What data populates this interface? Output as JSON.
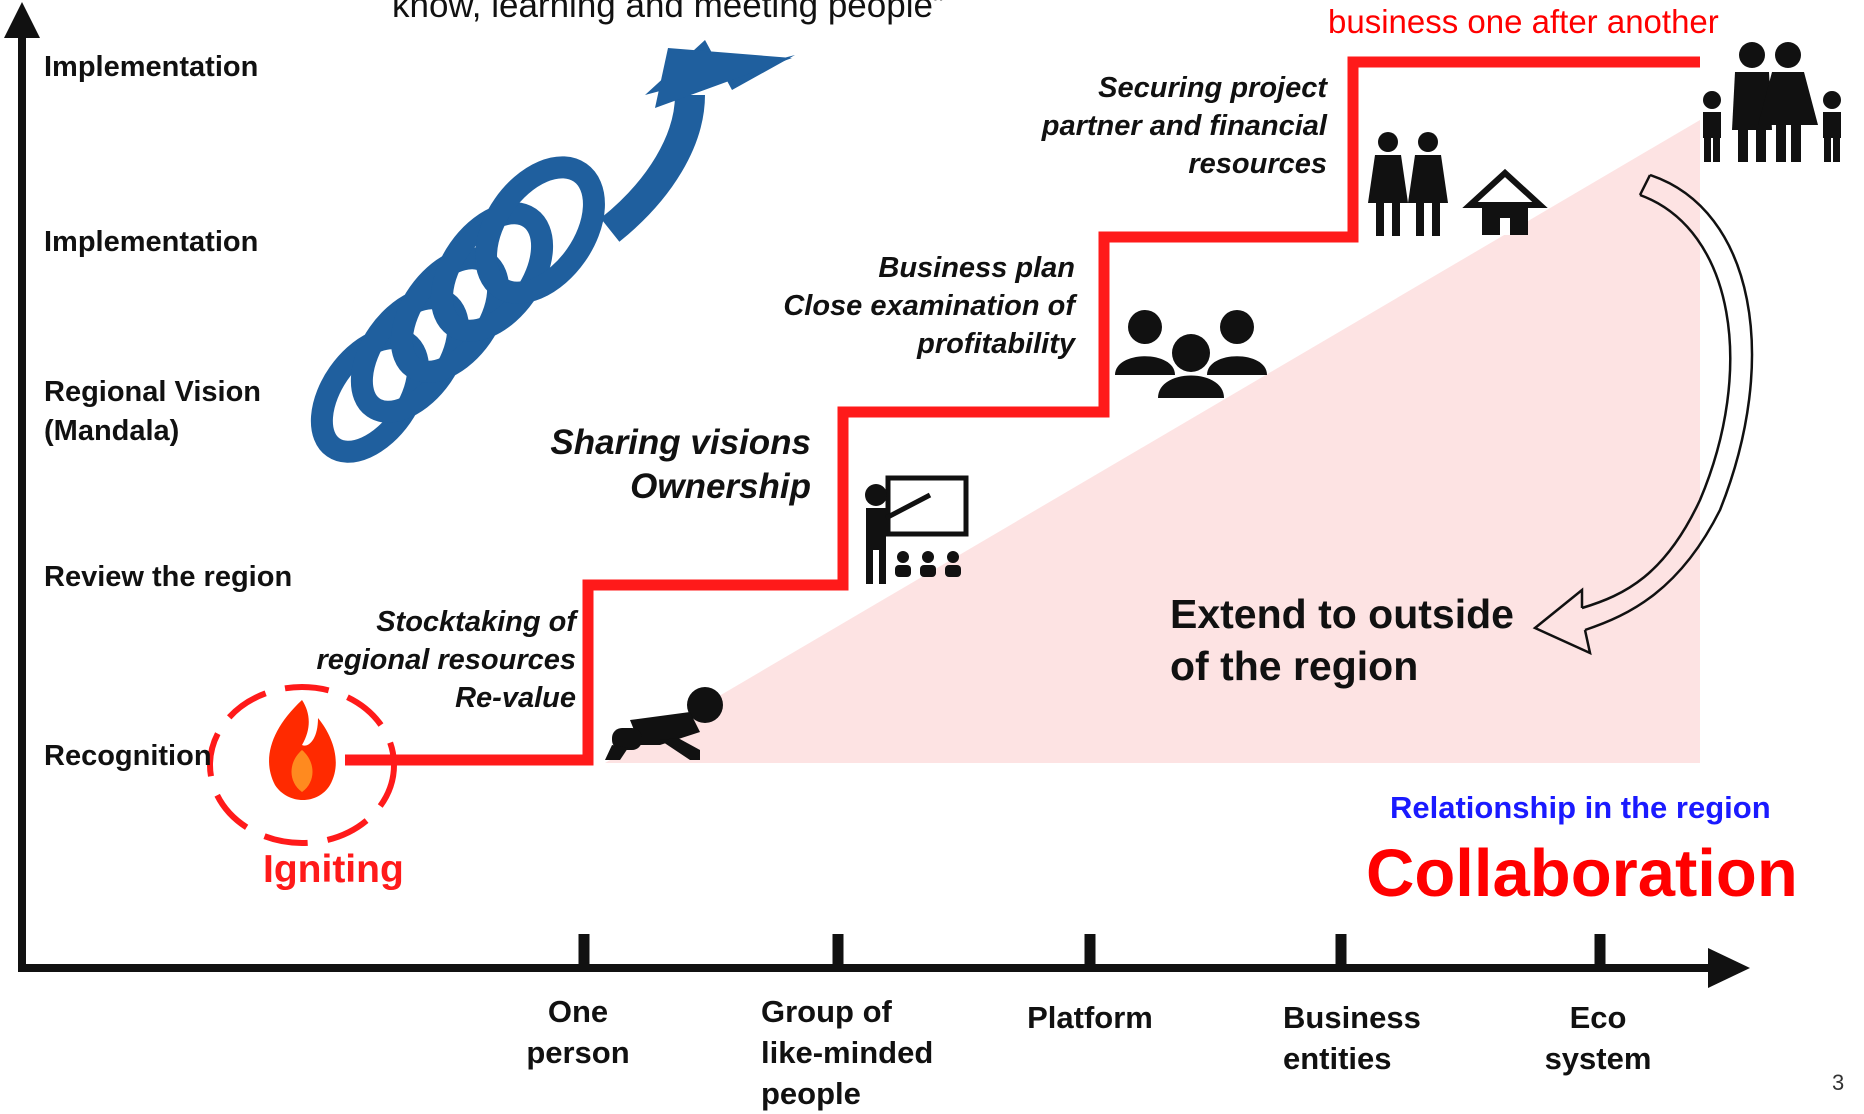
{
  "header": {
    "left_quote_fragment": "know, learning and meeting people”",
    "right_red_fragment": "business one after another"
  },
  "y_axis_levels": [
    "Implementation",
    "Implementation",
    "Regional Vision\n(Mandala)",
    "Review the region",
    "Recognition"
  ],
  "x_axis_categories": [
    "One\nperson",
    "Group of\nlike-minded\npeople",
    "Platform",
    "Business\nentities",
    "Eco\nsystem"
  ],
  "steps": [
    "Stocktaking of\nregional resources\nRe-value",
    "Sharing visions\nOwnership",
    "Business plan\nClose examination of\nprofitability",
    "Securing project\npartner and financial\nresources"
  ],
  "igniting_label": "Igniting",
  "extend_label": "Extend to outside\nof the region",
  "relationship_label": "Relationship in the region",
  "collaboration_label": "Collaboration",
  "page_number": "3",
  "icons": {
    "spiral": "blue-spiral-arrow-icon",
    "fire": "fire-icon",
    "baby": "crawling-baby-icon",
    "presenter": "presenter-icon",
    "group": "group-of-people-icon",
    "couple": "couple-icon",
    "house": "house-icon",
    "family": "family-icon",
    "curved_arrow": "curved-arrow-icon"
  },
  "colors": {
    "staircase": "#ff1a1a",
    "title_red": "#ff0000",
    "relationship_blue": "#1a1aff",
    "fill_pink": "#fde3e3",
    "spiral_blue": "#1f5f9e",
    "axis": "#111111"
  }
}
